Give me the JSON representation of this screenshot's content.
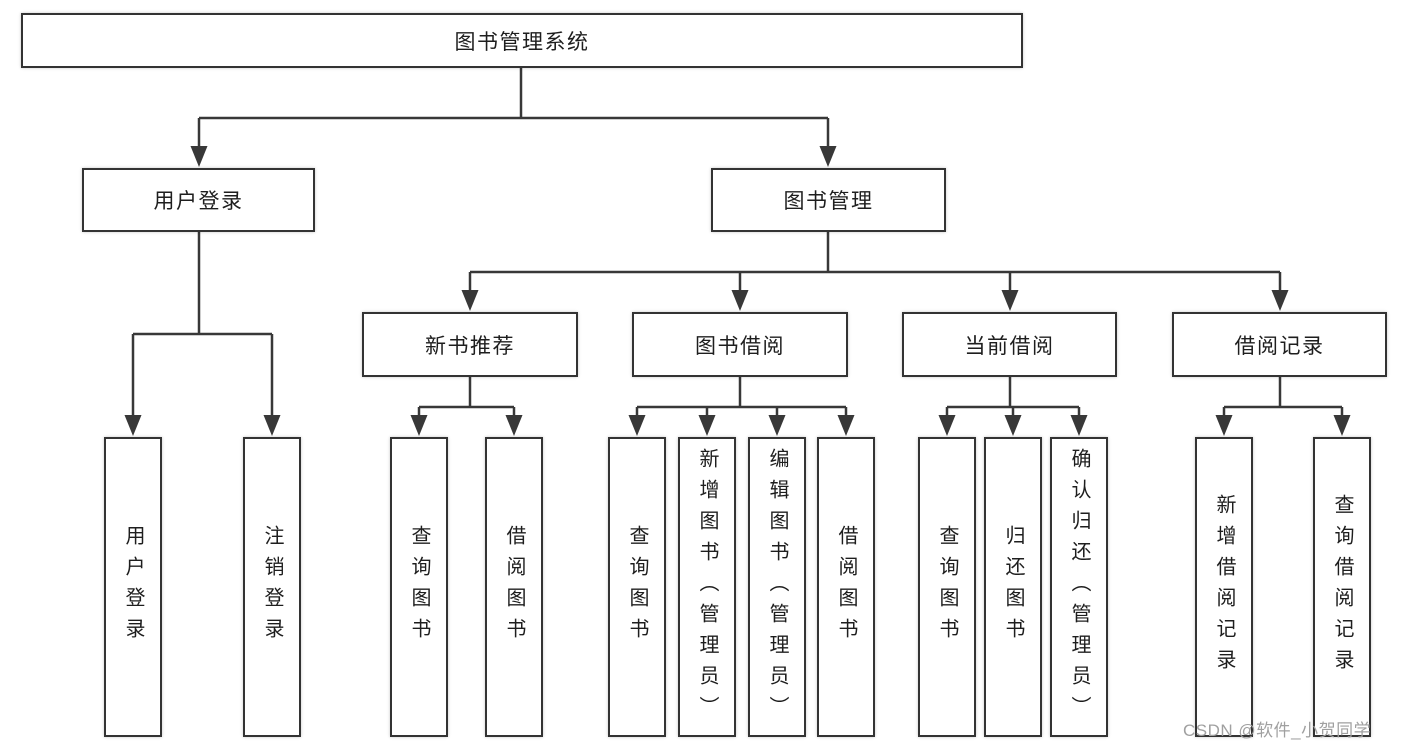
{
  "nodes": {
    "root": "图书管理系统",
    "user_login": "用户登录",
    "book_mgmt": "图书管理",
    "new_book_rec": "新书推荐",
    "book_borrow": "图书借阅",
    "current_borrow": "当前借阅",
    "borrow_records": "借阅记录",
    "ul_user_login": "用户登录",
    "ul_logout": "注销登录",
    "nbr_query_book": "查询图书",
    "nbr_borrow_book": "借阅图书",
    "bb_query_book": "查询图书",
    "bb_add_book": "新增图书（管理员）",
    "bb_edit_book": "编辑图书（管理员）",
    "bb_borrow_book": "借阅图书",
    "cb_query_book": "查询图书",
    "cb_return_book": "归还图书",
    "cb_confirm_return": "确认归还（管理员）",
    "br_add_record": "新增借阅记录",
    "br_query_record": "查询借阅记录"
  },
  "hierarchy": {
    "label": "图书管理系统",
    "children": [
      {
        "label": "用户登录",
        "children": [
          {
            "label": "用户登录"
          },
          {
            "label": "注销登录"
          }
        ]
      },
      {
        "label": "图书管理",
        "children": [
          {
            "label": "新书推荐",
            "children": [
              {
                "label": "查询图书"
              },
              {
                "label": "借阅图书"
              }
            ]
          },
          {
            "label": "图书借阅",
            "children": [
              {
                "label": "查询图书"
              },
              {
                "label": "新增图书（管理员）"
              },
              {
                "label": "编辑图书（管理员）"
              },
              {
                "label": "借阅图书"
              }
            ]
          },
          {
            "label": "当前借阅",
            "children": [
              {
                "label": "查询图书"
              },
              {
                "label": "归还图书"
              },
              {
                "label": "确认归还（管理员）"
              }
            ]
          },
          {
            "label": "借阅记录",
            "children": [
              {
                "label": "新增借阅记录"
              },
              {
                "label": "查询借阅记录"
              }
            ]
          }
        ]
      }
    ]
  },
  "watermark": "CSDN @软件_小贺同学",
  "colors": {
    "background": "#ffffff",
    "box_border": "#333333",
    "line": "#383838",
    "text": "#1e1e1e",
    "watermark": "#a0a0a0"
  }
}
